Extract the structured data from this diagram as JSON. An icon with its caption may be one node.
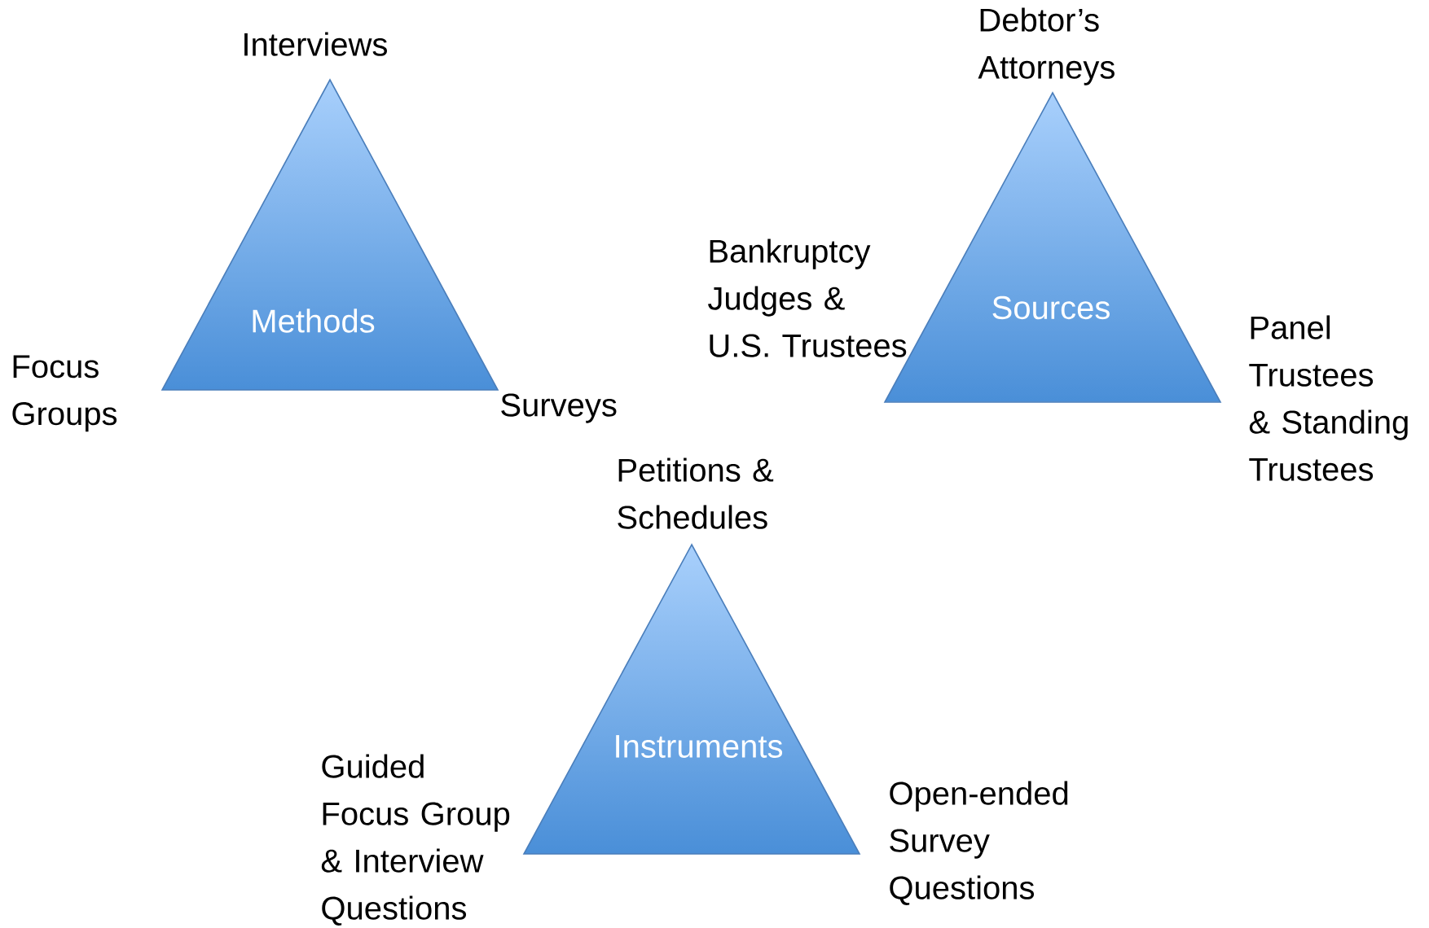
{
  "diagram": {
    "nodes": [
      {
        "text": [
          "Methods"
        ],
        "beside": [
          "Interviews",
          "Focus Groups",
          "Surveys"
        ]
      },
      {
        "text": [
          "Sources"
        ],
        "beside": [
          "Debtor’s Attorneys",
          "Bankruptcy Judges & U.S. Trustees",
          "Panel Trustees & Standing Trustees"
        ]
      },
      {
        "text": [
          "Instruments"
        ],
        "beside": [
          "Petitions & Schedules",
          "Guided Focus Group & Interview Questions",
          "Open-ended Survey Questions"
        ]
      }
    ]
  }
}
